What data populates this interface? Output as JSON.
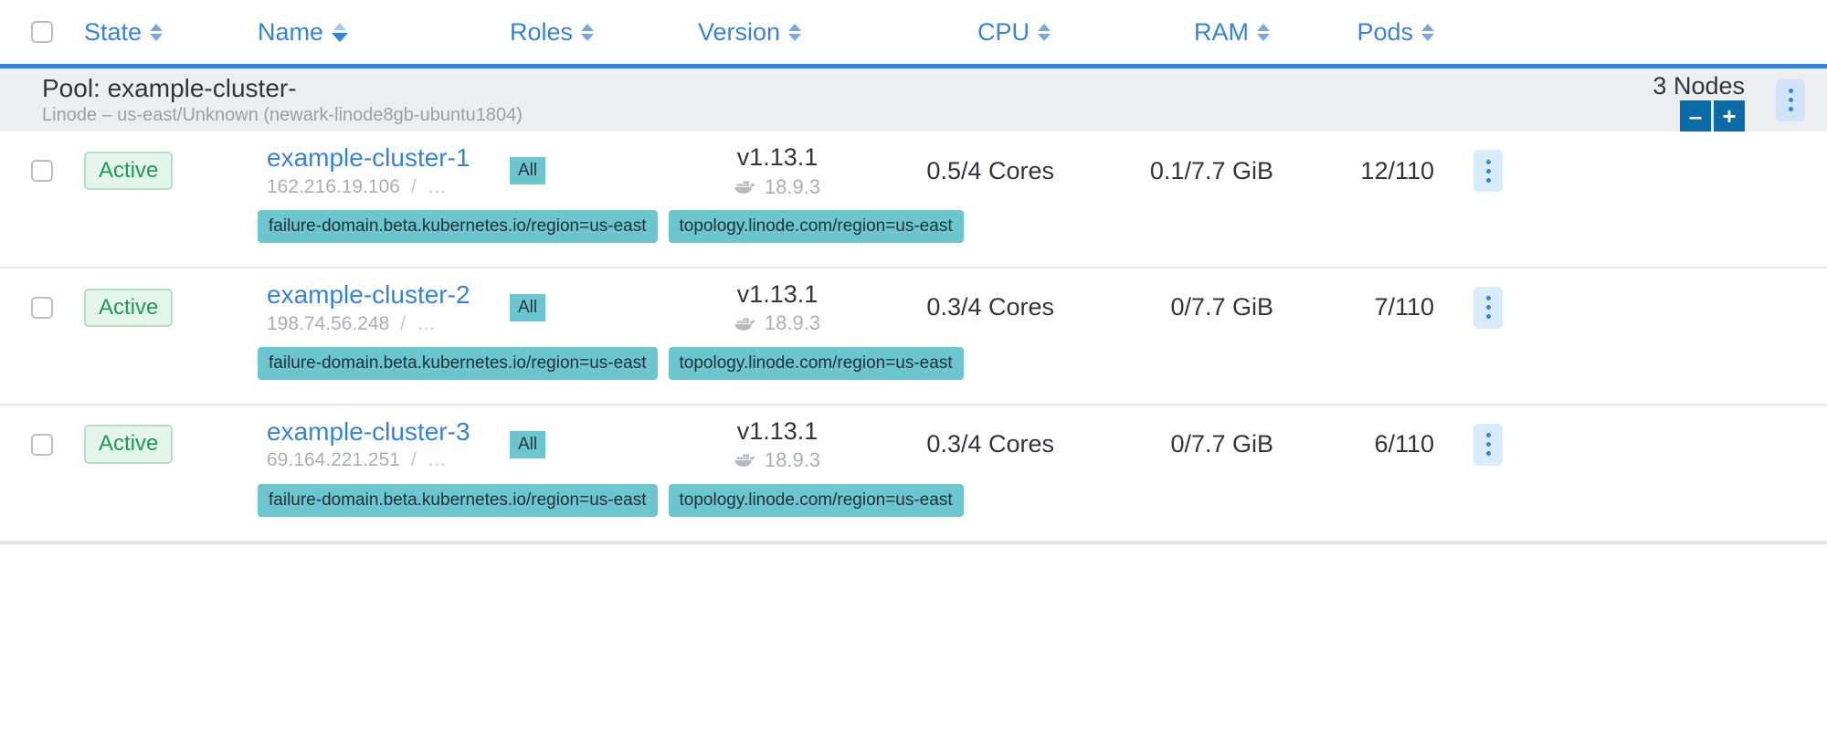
{
  "table": {
    "columns": [
      {
        "key": "select",
        "label": "",
        "sortable": false,
        "sorted": false
      },
      {
        "key": "state",
        "label": "State",
        "sortable": true,
        "sorted": false
      },
      {
        "key": "name",
        "label": "Name",
        "sortable": true,
        "sorted": true
      },
      {
        "key": "roles",
        "label": "Roles",
        "sortable": true,
        "sorted": false
      },
      {
        "key": "version",
        "label": "Version",
        "sortable": true,
        "sorted": false
      },
      {
        "key": "cpu",
        "label": "CPU",
        "sortable": true,
        "sorted": false
      },
      {
        "key": "ram",
        "label": "RAM",
        "sortable": true,
        "sorted": false
      },
      {
        "key": "pods",
        "label": "Pods",
        "sortable": true,
        "sorted": false
      }
    ]
  },
  "pool": {
    "title": "Pool: example-cluster-",
    "subtitle": "Linode – us-east/Unknown (newark-linode8gb-ubuntu1804)",
    "node_count_label": "3 Nodes",
    "decrement_label": "–",
    "increment_label": "+",
    "kebab_label": "⋮"
  },
  "colors": {
    "accent_blue": "#3683dc",
    "header_rule": "#3683dc",
    "pool_background": "#eceef0",
    "status_text": "#1e9a54",
    "status_background": "#e4f5eb",
    "chip_teal": "#6cc6cf",
    "stepper_blue": "#0b6ba8",
    "kebab_background": "#cfe5f7",
    "muted_text": "#a9afb5"
  },
  "nodes": [
    {
      "state": "Active",
      "name": "example-cluster-1",
      "ip": "162.216.19.106",
      "ip_separator": "/",
      "ip_more": "…",
      "role": "All",
      "version": "v1.13.1",
      "docker_version": "18.9.3",
      "cpu": "0.5/4 Cores",
      "ram": "0.1/7.7 GiB",
      "pods": "12/110",
      "labels": [
        "failure-domain.beta.kubernetes.io/region=us-east",
        "topology.linode.com/region=us-east"
      ]
    },
    {
      "state": "Active",
      "name": "example-cluster-2",
      "ip": "198.74.56.248",
      "ip_separator": "/",
      "ip_more": "…",
      "role": "All",
      "version": "v1.13.1",
      "docker_version": "18.9.3",
      "cpu": "0.3/4 Cores",
      "ram": "0/7.7 GiB",
      "pods": "7/110",
      "labels": [
        "failure-domain.beta.kubernetes.io/region=us-east",
        "topology.linode.com/region=us-east"
      ]
    },
    {
      "state": "Active",
      "name": "example-cluster-3",
      "ip": "69.164.221.251",
      "ip_separator": "/",
      "ip_more": "…",
      "role": "All",
      "version": "v1.13.1",
      "docker_version": "18.9.3",
      "cpu": "0.3/4 Cores",
      "ram": "0/7.7 GiB",
      "pods": "6/110",
      "labels": [
        "failure-domain.beta.kubernetes.io/region=us-east",
        "topology.linode.com/region=us-east"
      ]
    }
  ]
}
